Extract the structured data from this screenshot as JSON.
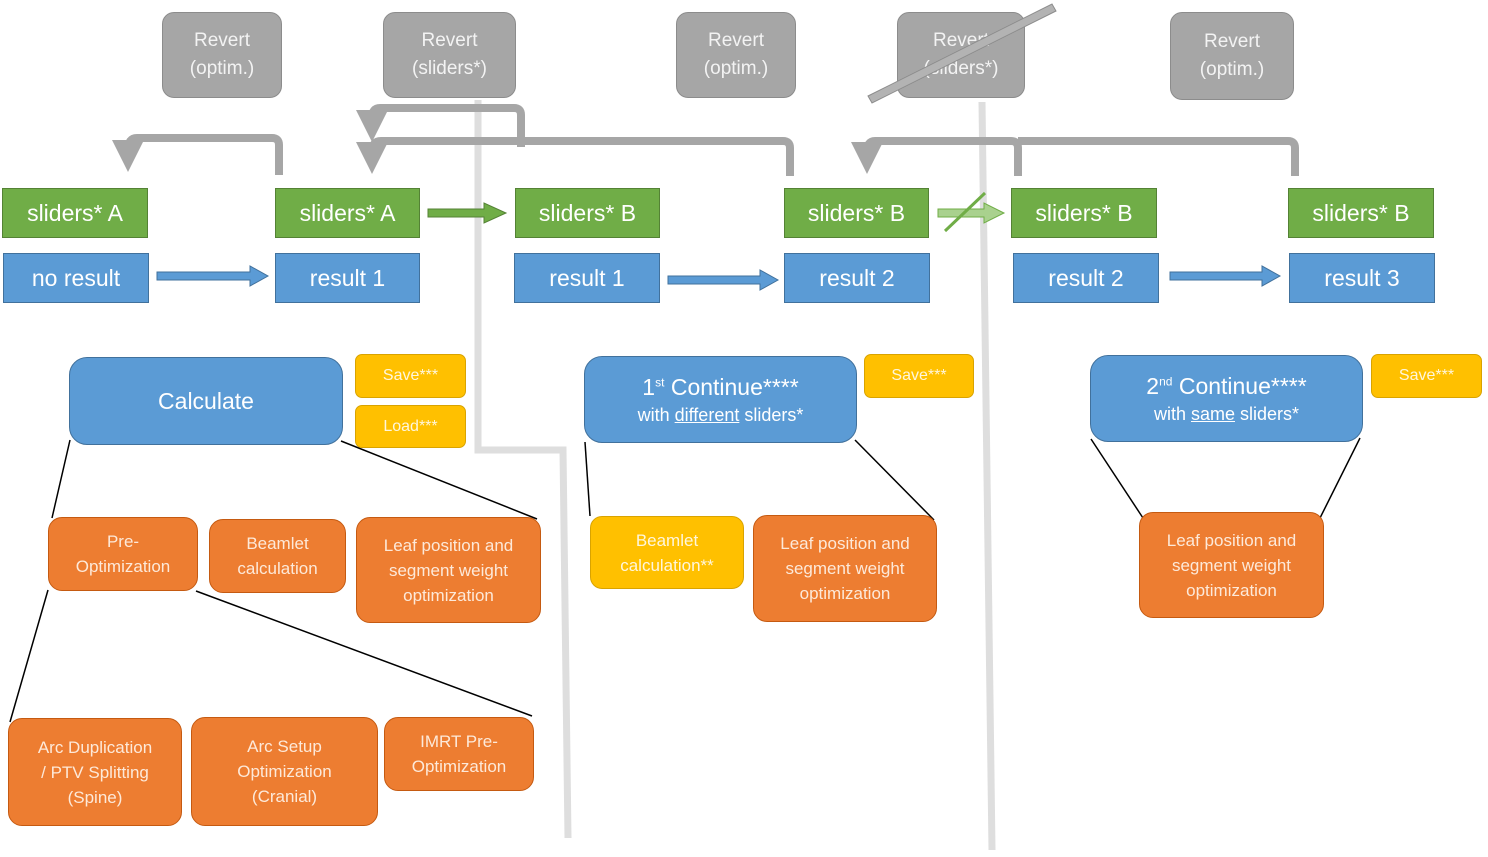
{
  "revert_buttons": [
    {
      "line1": "Revert",
      "line2": "(optim.)"
    },
    {
      "line1": "Revert",
      "line2": "(sliders*)"
    },
    {
      "line1": "Revert",
      "line2": "(optim.)"
    },
    {
      "line1": "Revert",
      "line2": "(sliders*)"
    },
    {
      "line1": "Revert",
      "line2": "(optim.)"
    }
  ],
  "states": [
    {
      "sliders": "sliders* A",
      "result": "no result"
    },
    {
      "sliders": "sliders* A",
      "result": "result 1"
    },
    {
      "sliders": "sliders* B",
      "result": "result 1"
    },
    {
      "sliders": "sliders* B",
      "result": "result 2"
    },
    {
      "sliders": "sliders* B",
      "result": "result 2"
    },
    {
      "sliders": "sliders* B",
      "result": "result 3"
    }
  ],
  "actions": {
    "calculate": {
      "label": "Calculate"
    },
    "continue1": {
      "ordinal": "1",
      "sup": "st",
      "label": " Continue****",
      "sub_prefix": "with ",
      "sub_emphasis": "different",
      "sub_suffix": " sliders*"
    },
    "continue2": {
      "ordinal": "2",
      "sup": "nd",
      "label": " Continue****",
      "sub_prefix": "with ",
      "sub_emphasis": "same",
      "sub_suffix": " sliders*"
    }
  },
  "file_buttons": {
    "save": "Save***",
    "load": "Load***"
  },
  "steps": {
    "calculate": {
      "pre_opt": {
        "line1": "Pre-",
        "line2": "Optimization"
      },
      "beamlet": {
        "line1": "Beamlet",
        "line2": "calculation"
      },
      "leaf": {
        "line1": "Leaf position and",
        "line2": "segment weight",
        "line3": "optimization"
      }
    },
    "pre_opt_sub": {
      "arc_dup": {
        "line1": "Arc Duplication",
        "line2": "/ PTV Splitting",
        "line3": "(Spine)"
      },
      "arc_setup": {
        "line1": "Arc Setup",
        "line2": "Optimization",
        "line3": "(Cranial)"
      },
      "imrt": {
        "line1": "IMRT Pre-",
        "line2": "Optimization"
      }
    },
    "continue1": {
      "beamlet": {
        "line1": "Beamlet",
        "line2": "calculation**"
      },
      "leaf": {
        "line1": "Leaf position and",
        "line2": "segment weight",
        "line3": "optimization"
      }
    },
    "continue2": {
      "leaf": {
        "line1": "Leaf position and",
        "line2": "segment weight",
        "line3": "optimization"
      }
    }
  },
  "colors": {
    "gray": "#a6a6a6",
    "green": "#70ad47",
    "blue": "#5b9bd5",
    "orange": "#ed7d31",
    "yellow": "#ffc000"
  }
}
